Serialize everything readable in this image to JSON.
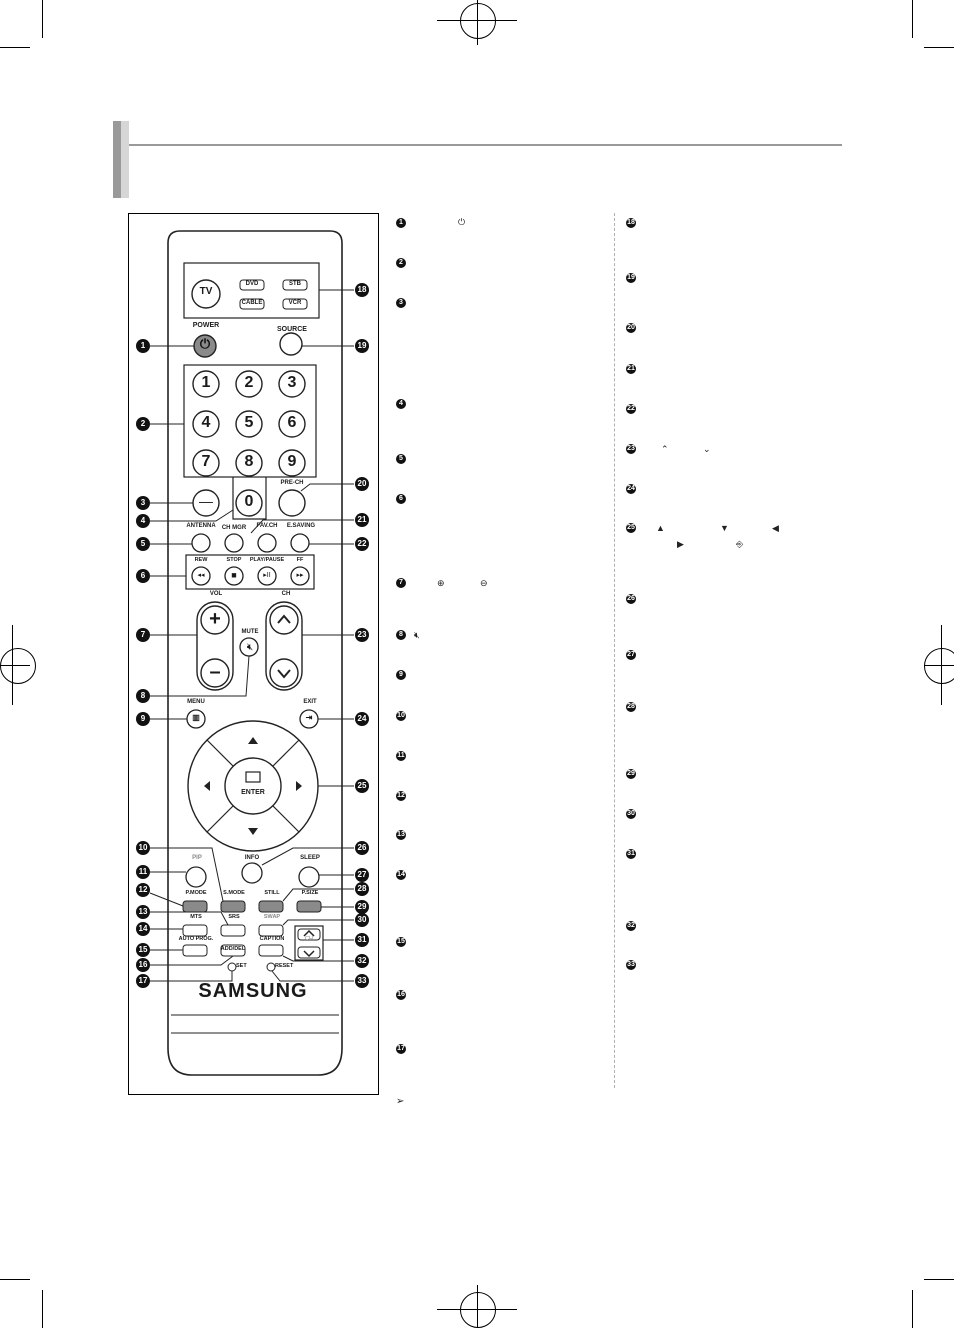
{
  "remote": {
    "source_buttons": [
      "TV",
      "DVD",
      "STB",
      "CABLE",
      "VCR"
    ],
    "power_label": "POWER",
    "source_label": "SOURCE",
    "digits": [
      "1",
      "2",
      "3",
      "4",
      "5",
      "6",
      "7",
      "8",
      "9",
      "0"
    ],
    "dash": "—",
    "prech": "PRE-CH",
    "antenna": "ANTENNA",
    "chmgr": "CH MGR",
    "favch": "FAV.CH",
    "esaving": "E.SAVING",
    "transport": [
      "REW",
      "STOP",
      "PLAY/PAUSE",
      "FF"
    ],
    "vol": "VOL",
    "ch": "CH",
    "mute": "MUTE",
    "menu": "MENU",
    "exit": "EXIT",
    "enter": "ENTER",
    "info": "INFO",
    "pip": "PIP",
    "sleep": "SLEEP",
    "pmode": "P.MODE",
    "smode": "S.MODE",
    "still": "STILL",
    "psize": "P.SIZE",
    "mts": "MTS",
    "srs": "SRS",
    "swap": "SWAP",
    "autoprog": "AUTO PROG.",
    "adddel": "ADD/DEL",
    "caption": "CAPTION",
    "set": "SET",
    "reset": "RESET",
    "brand": "SAMSUNG"
  },
  "callouts": [
    "1",
    "2",
    "3",
    "4",
    "5",
    "6",
    "7",
    "8",
    "9",
    "10",
    "11",
    "12",
    "13",
    "14",
    "15",
    "16",
    "17",
    "18",
    "19",
    "20",
    "21",
    "22",
    "23",
    "24",
    "25",
    "26",
    "27",
    "28",
    "29",
    "30",
    "31",
    "32",
    "33"
  ]
}
